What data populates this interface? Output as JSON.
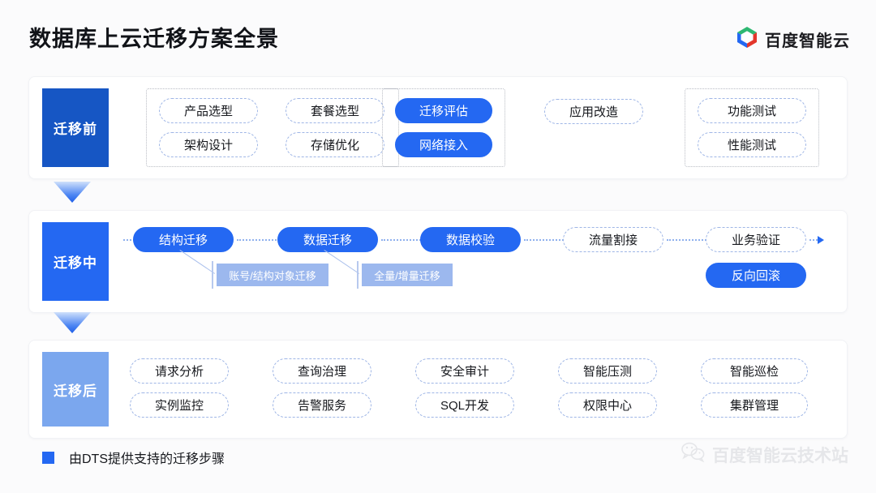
{
  "header": {
    "title": "数据库上云迁移方案全景",
    "brand": "百度智能云",
    "logo_icon": "baidu-cloud-hexagon-logo"
  },
  "colors": {
    "primary_blue": "#2468f2",
    "deep_blue": "#1656c4",
    "light_blue": "#7ba7ee",
    "callout_blue": "#9cb8ee",
    "dashed_border": "#9fb6e6",
    "group_border": "#b9bcc4"
  },
  "rows": [
    {
      "label": "迁移前",
      "groups": [
        {
          "name": "planning-group",
          "pills": [
            "产品选型",
            "架构设计",
            "套餐选型",
            "存储优化"
          ]
        },
        {
          "name": "dts-group",
          "pills": [
            "迁移评估",
            "网络接入"
          ]
        },
        {
          "name": "testing-group",
          "pills": [
            "功能测试",
            "性能测试"
          ]
        }
      ],
      "standalone": [
        "应用改造"
      ]
    },
    {
      "label": "迁移中",
      "steps": [
        "结构迁移",
        "数据迁移",
        "数据校验",
        "流量割接",
        "业务验证"
      ],
      "extra_pill": "反向回滚",
      "callouts": [
        "账号/结构对象迁移",
        "全量/增量迁移"
      ]
    },
    {
      "label": "迁移后",
      "pills": [
        "请求分析",
        "查询治理",
        "安全审计",
        "智能压测",
        "智能巡检",
        "实例监控",
        "告警服务",
        "SQL开发",
        "权限中心",
        "集群管理"
      ]
    }
  ],
  "legend": {
    "text": "由DTS提供支持的迁移步骤",
    "swatch_color": "#2468f2"
  },
  "watermark": {
    "text": "百度智能云技术站",
    "icon": "wechat-icon"
  },
  "pill_text": {
    "r1_c1a": "产品选型",
    "r1_c1b": "架构设计",
    "r1_c2a": "套餐选型",
    "r1_c2b": "存储优化",
    "r1_c3a": "迁移评估",
    "r1_c3b": "网络接入",
    "r1_c4a": "应用改造",
    "r1_c5a": "功能测试",
    "r1_c5b": "性能测试",
    "r2_s1": "结构迁移",
    "r2_s2": "数据迁移",
    "r2_s3": "数据校验",
    "r2_s4": "流量割接",
    "r2_s5": "业务验证",
    "r2_s6": "反向回滚",
    "r2_co1": "账号/结构对象迁移",
    "r2_co2": "全量/增量迁移",
    "r3_a1": "请求分析",
    "r3_a2": "实例监控",
    "r3_b1": "查询治理",
    "r3_b2": "告警服务",
    "r3_c1": "安全审计",
    "r3_c2": "SQL开发",
    "r3_d1": "智能压测",
    "r3_d2": "权限中心",
    "r3_e1": "智能巡检",
    "r3_e2": "集群管理"
  },
  "stage_labels": {
    "before": "迁移前",
    "during": "迁移中",
    "after": "迁移后"
  }
}
